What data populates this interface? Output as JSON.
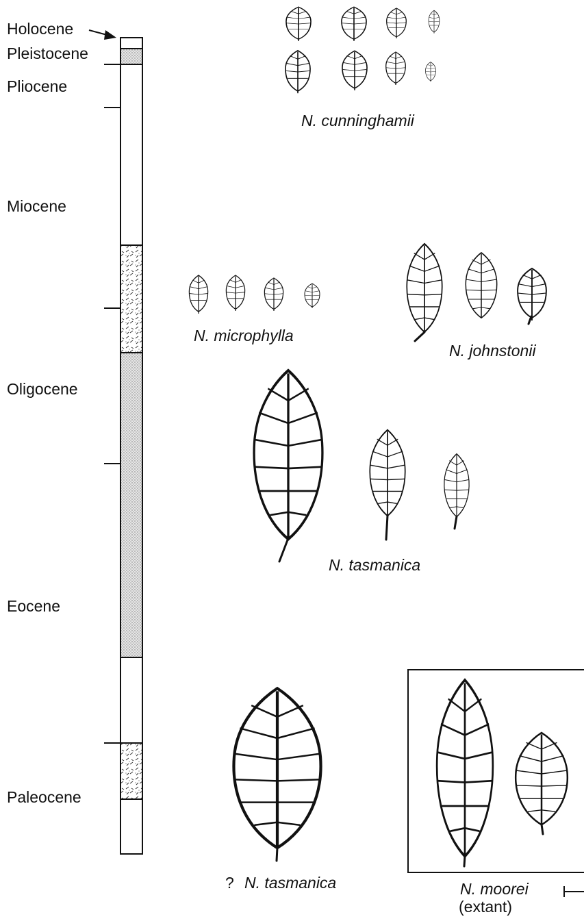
{
  "epochs": {
    "holocene": "Holocene",
    "pleistocene": "Pleistocene",
    "pliocene": "Pliocene",
    "miocene": "Miocene",
    "oligocene": "Oligocene",
    "eocene": "Eocene",
    "paleocene": "Paleocene"
  },
  "column": {
    "fill_styles": [
      "blank",
      "stipple",
      "hatched"
    ]
  },
  "species": {
    "cunninghamii": "N. cunninghamii",
    "microphylla": "N. microphylla",
    "johnstonii": "N. johnstonii",
    "tasmanica": "N. tasmanica",
    "tasmanica_query_mark": "?",
    "tasmanica_query": "N. tasmanica",
    "moorei": "N. moorei",
    "moorei_note": "(extant)"
  },
  "colors": {
    "line": "#111111",
    "stipple": "#cfcfcf"
  }
}
